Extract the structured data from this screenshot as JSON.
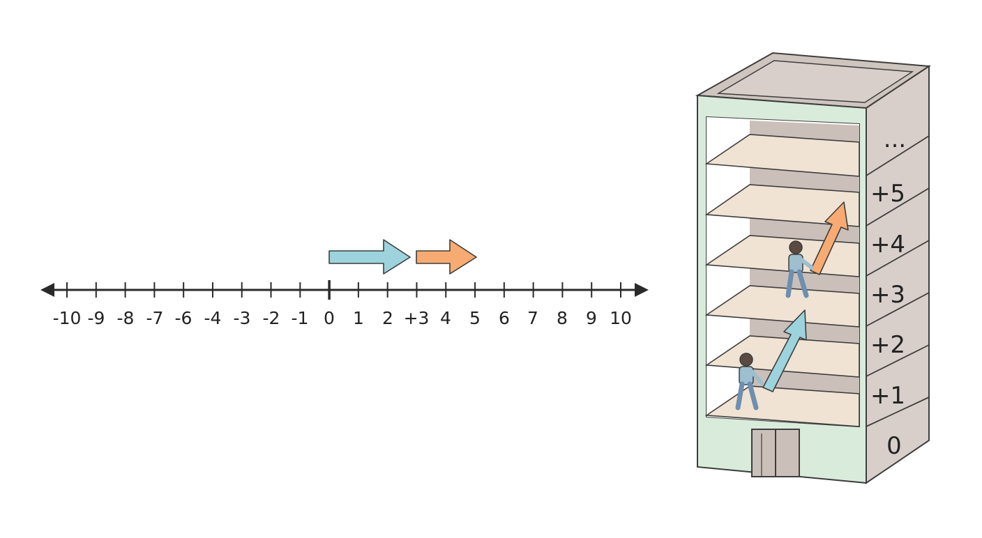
{
  "number_line": {
    "tick_labels": [
      "-10",
      "-9",
      "-8",
      "-7",
      "-6",
      "-4",
      "-3",
      "-2",
      "-1",
      "0",
      "1",
      "2",
      "+3",
      "4",
      "5",
      "6",
      "7",
      "8",
      "9",
      "10"
    ],
    "arrows": [
      {
        "name": "blue-step-arrow",
        "from": 0,
        "to": 2.8,
        "color": "#9dd3dc"
      },
      {
        "name": "orange-step-arrow",
        "from": 3,
        "to": 5,
        "color": "#f7ab72"
      }
    ]
  },
  "building": {
    "floor_labels": [
      "0",
      "+1",
      "+2",
      "+3",
      "+4",
      "+5",
      "..."
    ]
  },
  "colors": {
    "blue_arrow": "#9dd3dc",
    "orange_arrow": "#f7ab72",
    "building_front": "#d9ecdc",
    "building_side": "#d8cfca",
    "slab": "#f0e3d3",
    "ink": "#2a2a2a"
  }
}
